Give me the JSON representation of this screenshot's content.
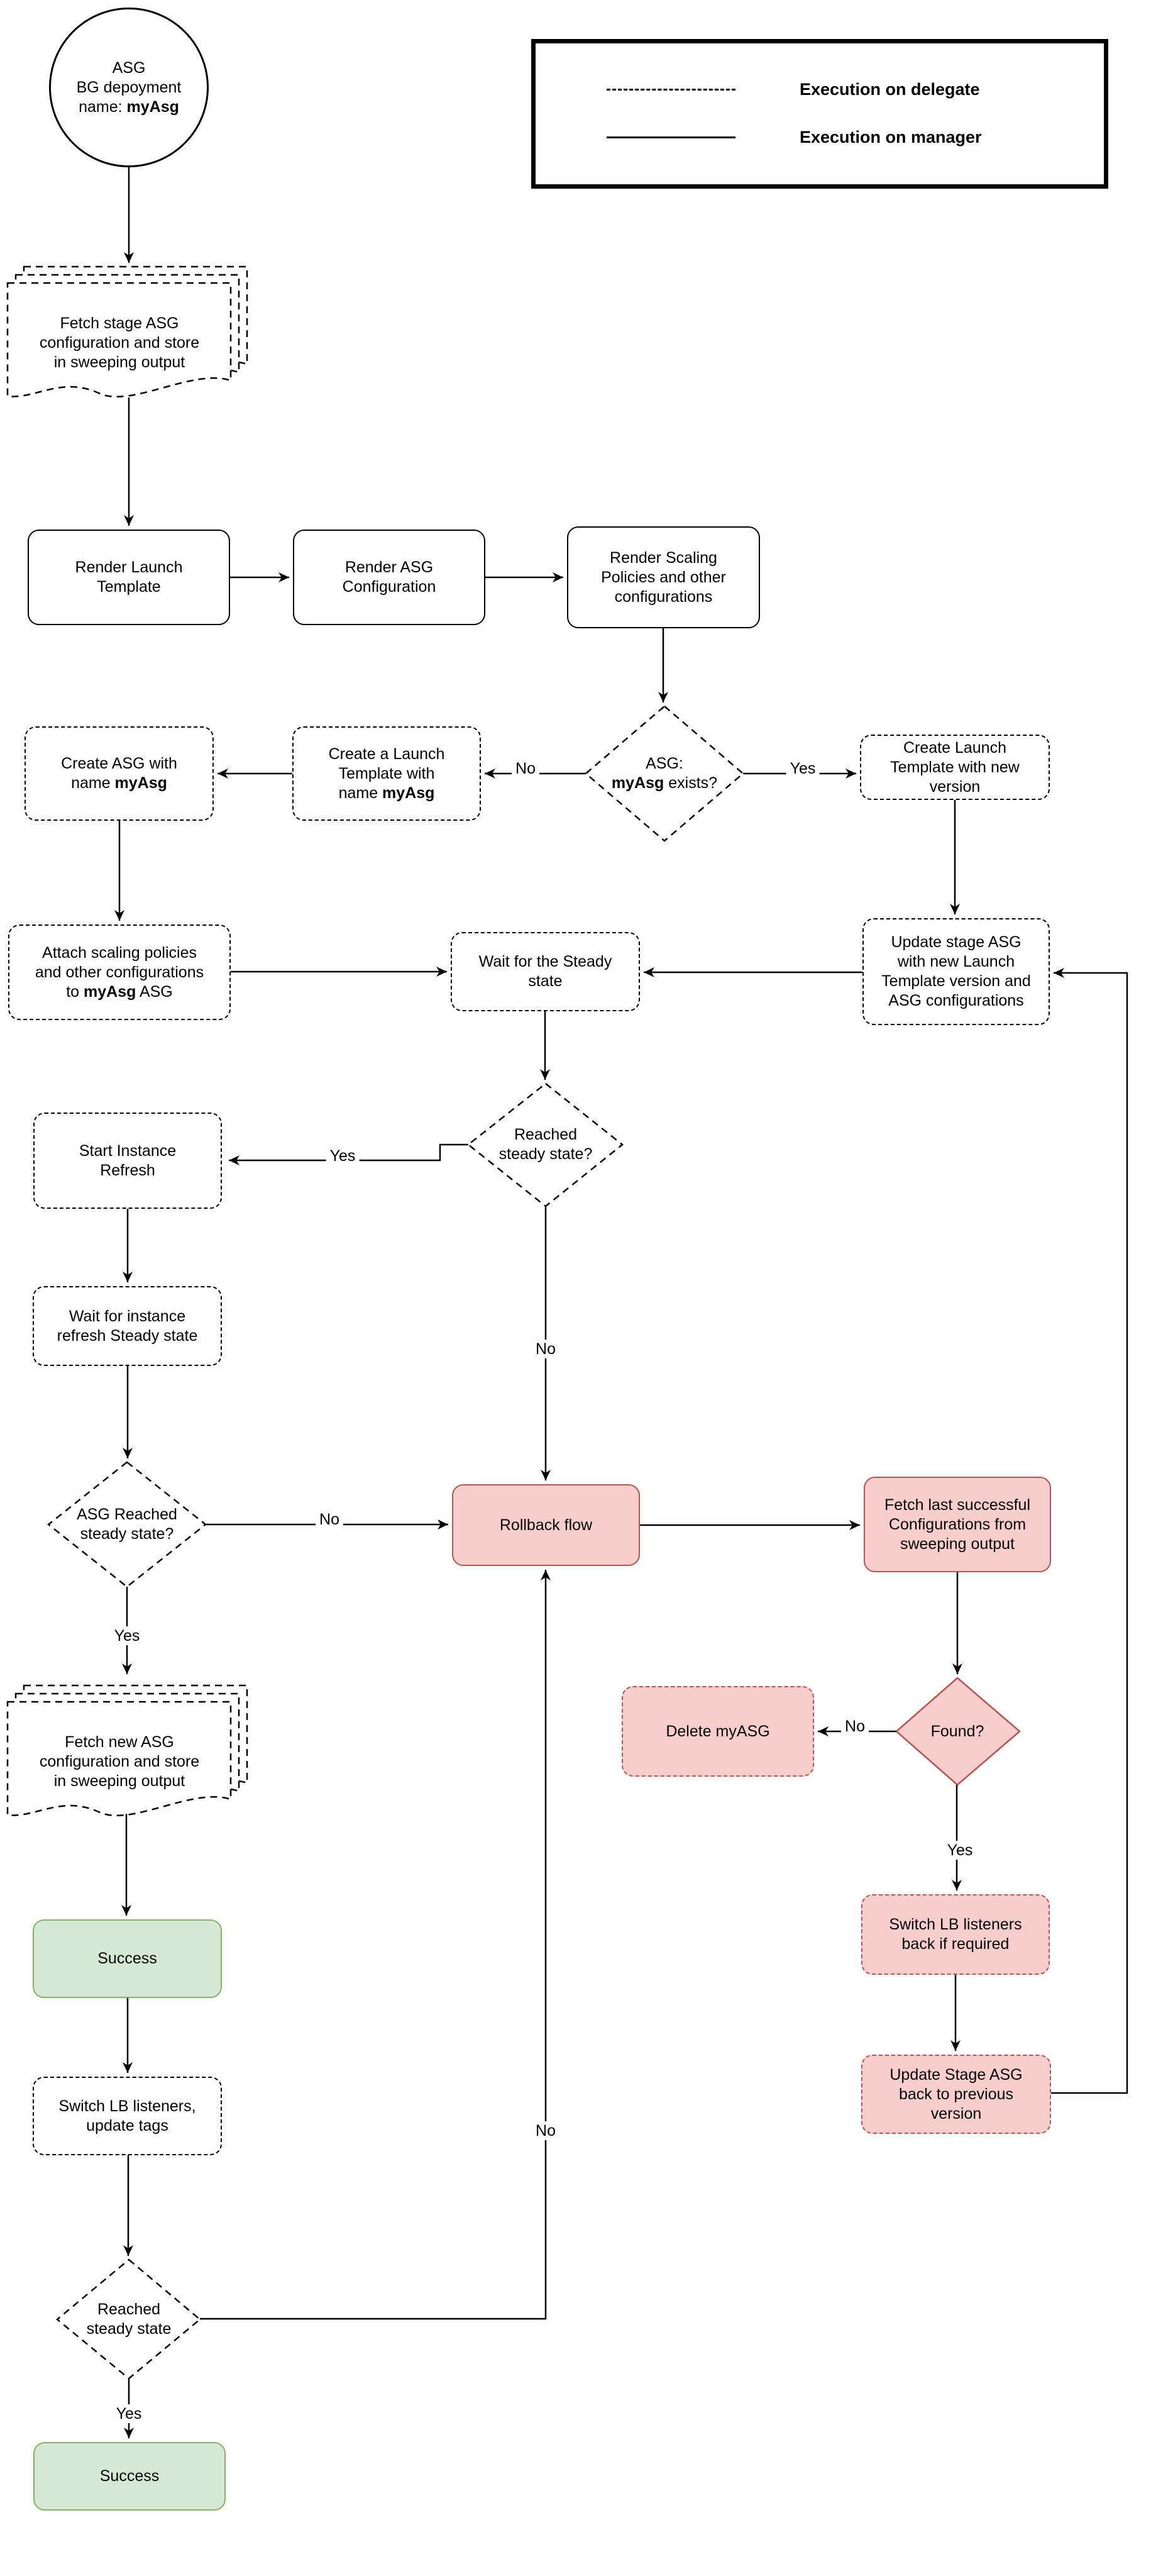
{
  "colors": {
    "pink_fill": "#f8cecc",
    "pink_stroke": "#b85450",
    "green_fill": "#d5e8d4",
    "green_stroke": "#82b366",
    "line": "#000000"
  },
  "legend": {
    "delegate_label": "Execution on delegate",
    "manager_label": "Execution on manager"
  },
  "edge_labels": {
    "yes": "Yes",
    "no": "No"
  },
  "nodes": {
    "start": {
      "l1": "ASG",
      "l2": "BG depoyment",
      "l3a": "name: ",
      "l3b": "myAsg"
    },
    "fetch_stage": {
      "lines": [
        "Fetch stage ASG",
        "configuration and store",
        "in sweeping output"
      ]
    },
    "render_launch_template": {
      "lines": [
        "Render Launch",
        "Template"
      ]
    },
    "render_asg_configuration": {
      "lines": [
        "Render ASG",
        "Configuration"
      ]
    },
    "render_scaling_policies": {
      "lines": [
        "Render Scaling",
        "Policies and other",
        "configurations"
      ]
    },
    "asg_exists": {
      "l1": "ASG:",
      "l2b": "myAsg",
      "l2c": " exists?"
    },
    "create_launch_template_new": {
      "lines": [
        "Create Launch",
        "Template with new",
        "version"
      ]
    },
    "create_launch_template_named": {
      "l1": "Create a Launch",
      "l2": "Template with",
      "l3a": "name ",
      "l3b": "myAsg"
    },
    "create_asg": {
      "l1": "Create ASG with",
      "l2a": "name ",
      "l2b": "myAsg"
    },
    "attach_policies": {
      "l1": "Attach scaling policies",
      "l2": "and other configurations",
      "l3a": "to ",
      "l3b": "myAsg",
      "l3c": " ASG"
    },
    "update_stage_asg": {
      "lines": [
        "Update stage ASG",
        "with new Launch",
        "Template version and",
        "ASG configurations"
      ]
    },
    "wait_steady": {
      "lines": [
        "Wait for the Steady",
        "state"
      ]
    },
    "reached_steady_q": {
      "lines": [
        "Reached",
        "steady state?"
      ]
    },
    "start_instance_refresh": {
      "lines": [
        "Start Instance",
        "Refresh"
      ]
    },
    "wait_instance_refresh": {
      "lines": [
        "Wait for instance",
        "refresh Steady state"
      ]
    },
    "asg_reached_q": {
      "lines": [
        "ASG Reached",
        "steady state?"
      ]
    },
    "rollback": {
      "label": "Rollback flow"
    },
    "fetch_last": {
      "lines": [
        "Fetch last successful",
        "Configurations from",
        "sweeping output"
      ]
    },
    "found_q": {
      "label": "Found?"
    },
    "delete_myasg": {
      "label": "Delete myASG"
    },
    "switch_lb_back": {
      "lines": [
        "Switch LB listeners",
        "back if required"
      ]
    },
    "update_stage_back": {
      "lines": [
        "Update Stage ASG",
        "back to previous",
        "version"
      ]
    },
    "fetch_new": {
      "lines": [
        "Fetch new ASG",
        "configuration and store",
        "in sweeping output"
      ]
    },
    "success_mid": {
      "label": "Success"
    },
    "switch_lb_tags": {
      "lines": [
        "Switch LB listeners,",
        "update tags"
      ]
    },
    "reached_steady_final": {
      "lines": [
        "Reached",
        "steady state"
      ]
    },
    "success_final": {
      "label": "Success"
    }
  }
}
